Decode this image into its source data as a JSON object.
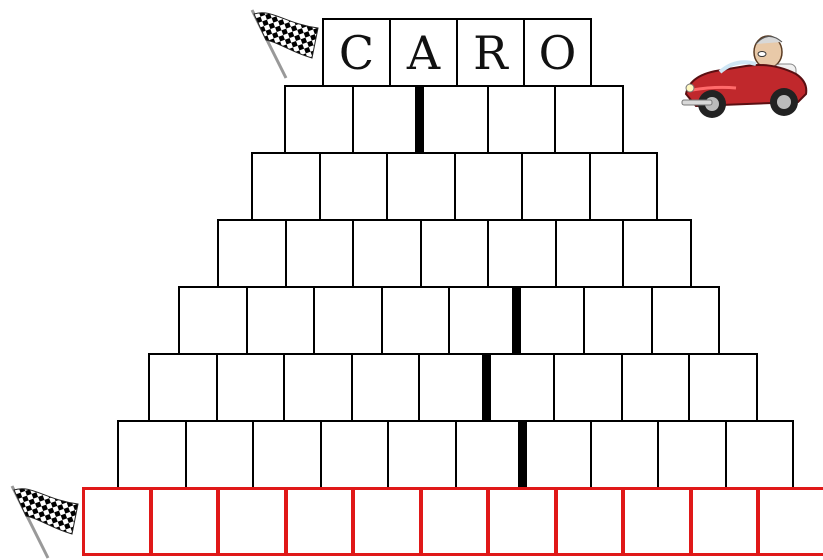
{
  "game": {
    "name": "word pyramid",
    "title_letters": [
      "C",
      "A",
      "R",
      "O"
    ],
    "rows": [
      {
        "cells": 5,
        "divider_after": 2
      },
      {
        "cells": 6,
        "divider_after": null
      },
      {
        "cells": 7,
        "divider_after": null
      },
      {
        "cells": 8,
        "divider_after": 5
      },
      {
        "cells": 9,
        "divider_after": 5
      },
      {
        "cells": 10,
        "divider_after": 6
      },
      {
        "cells": 11,
        "divider_after": null,
        "highlight": true
      }
    ],
    "icons": {
      "flag_top": "checkered-flag-icon",
      "flag_bottom": "checkered-flag-icon",
      "car": "red-car-driver-icon"
    },
    "colors": {
      "grid": "#000000",
      "final_row": "#e01818",
      "car_body": "#c0282c"
    }
  }
}
